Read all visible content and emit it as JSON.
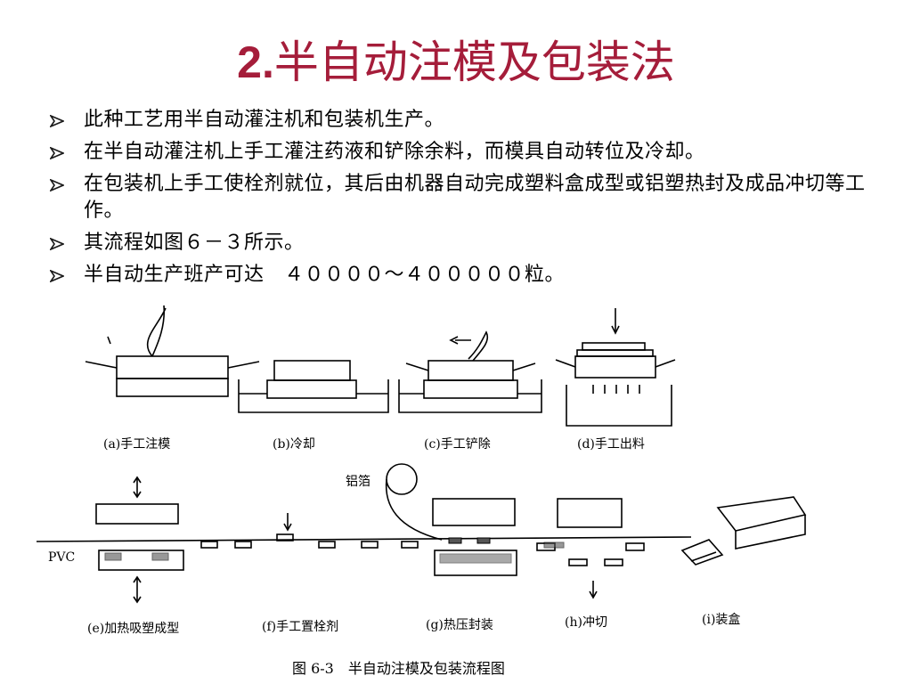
{
  "title": {
    "number": "2.",
    "text": "半自动注模及包装法"
  },
  "bullets": [
    "此种工艺用半自动灌注机和包装机生产。",
    "在半自动灌注机上手工灌注药液和铲除余料，而模具自动转位及冷却。",
    "在包装机上手工使栓剂就位，其后由机器自动完成塑料盒成型或铝塑热封及成品冲切等工作。",
    "其流程如图６－３所示。",
    "半自动生产班产可达　４００００～４０００００粒。"
  ],
  "figure": {
    "labels": {
      "a": "(a)手工注模",
      "b": "(b)冷却",
      "c": "(c)手工铲除",
      "d": "(d)手工出料",
      "foil": "铝箔",
      "pvc": "PVC",
      "e": "(e)加热吸塑成型",
      "f": "(f)手工置栓剂",
      "g": "(g)热压封装",
      "h": "(h)冲切",
      "i": "(i)装盒"
    },
    "caption": "图 6-3　半自动注模及包装流程图"
  },
  "colors": {
    "title": "#a51d3a",
    "bullet_arrow": "#1a1a1a"
  }
}
